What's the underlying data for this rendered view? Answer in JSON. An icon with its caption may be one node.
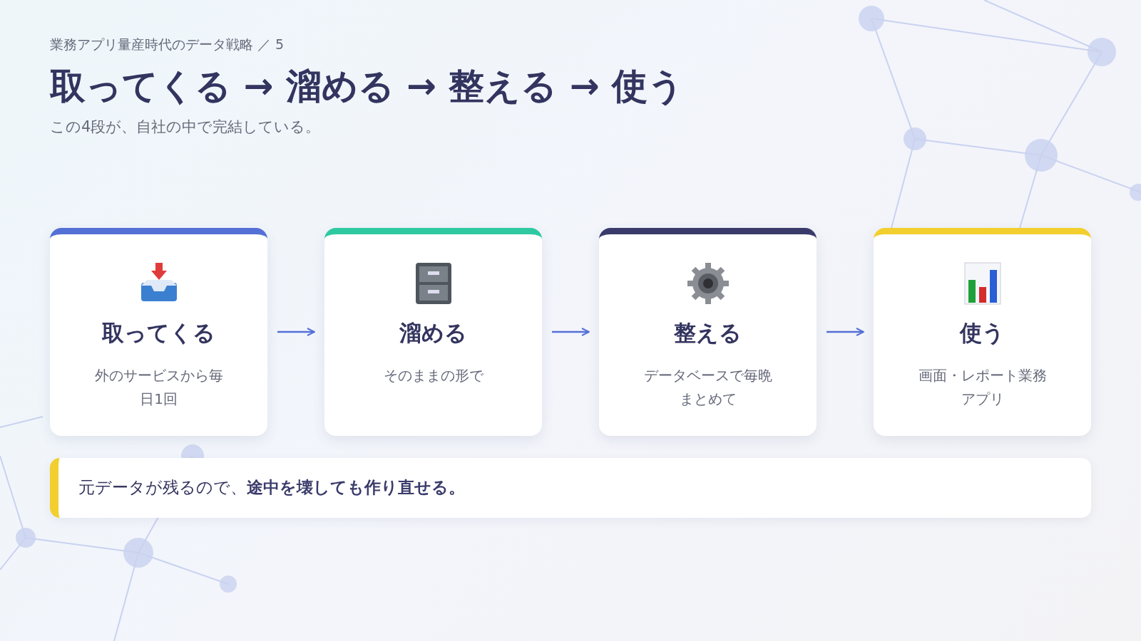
{
  "diagram": {
    "title": "取ってくる → 溜める → 整える → 使う",
    "nodes": [
      {
        "text": [
          "取ってくる",
          "外のサービスから毎日1回"
        ]
      },
      {
        "text": [
          "溜める",
          "そのままの形で"
        ]
      },
      {
        "text": [
          "整える",
          "データベースで毎晩まとめて"
        ]
      },
      {
        "text": [
          "使う",
          "画面・レポート業務アプリ"
        ]
      },
      {
        "text": [
          "元データが残るので、**途中を壊しても作り直せる。**"
        ]
      }
    ],
    "edges": [
      {
        "from": 0,
        "to": 1,
        "arrow": "to"
      },
      {
        "from": 1,
        "to": 2,
        "arrow": "to"
      },
      {
        "from": 2,
        "to": 3,
        "arrow": "to"
      }
    ],
    "labels": [
      "業務アプリ量産時代のデータ戦略 ／ 5",
      "この4段が、自社の中で完結している。"
    ]
  }
}
